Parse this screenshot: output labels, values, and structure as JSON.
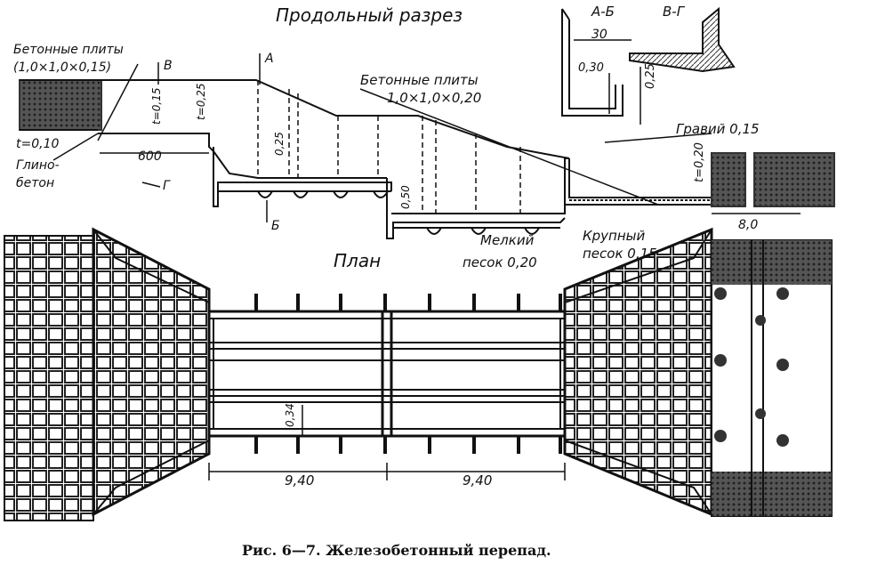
{
  "titles": {
    "section": "Продольный разрез",
    "plan": "План",
    "caption": "Рис. 6—7. Железобетонный перепад."
  },
  "section_labels": {
    "A_B": "А-Б",
    "V_G": "В-Г",
    "dim_30": "30",
    "dim_030": "0,30",
    "dim_025_right": "0,25",
    "gravel": "Гравий 0,15",
    "t020": "t=0,20",
    "dim_80": "8,0",
    "coarse_sand_1": "Крупный",
    "coarse_sand_2": "песок 0,15",
    "fine_sand_1": "Мелкий",
    "fine_sand_2": "песок 0,20",
    "concrete_plates_mid_1": "Бетонные плиты",
    "concrete_plates_mid_2": "1,0×1,0×0,20",
    "concrete_plates_left_1": "Бетонные плиты",
    "concrete_plates_left_2": "(1,0×1,0×0,15)",
    "t010": "t=0,10",
    "clay_concrete_1": "Глино-",
    "clay_concrete_2": "бетон",
    "dim_600": "600",
    "mark_A": "А",
    "mark_B": "Б",
    "mark_V": "В",
    "mark_G": "Г",
    "t015": "t=0,15",
    "t025": "t=0,25",
    "dim_025": "0,25",
    "dim_050": "0,50"
  },
  "plan_labels": {
    "dim_034": "0,34",
    "dim_940_left": "9,40",
    "dim_940_right": "9,40"
  }
}
